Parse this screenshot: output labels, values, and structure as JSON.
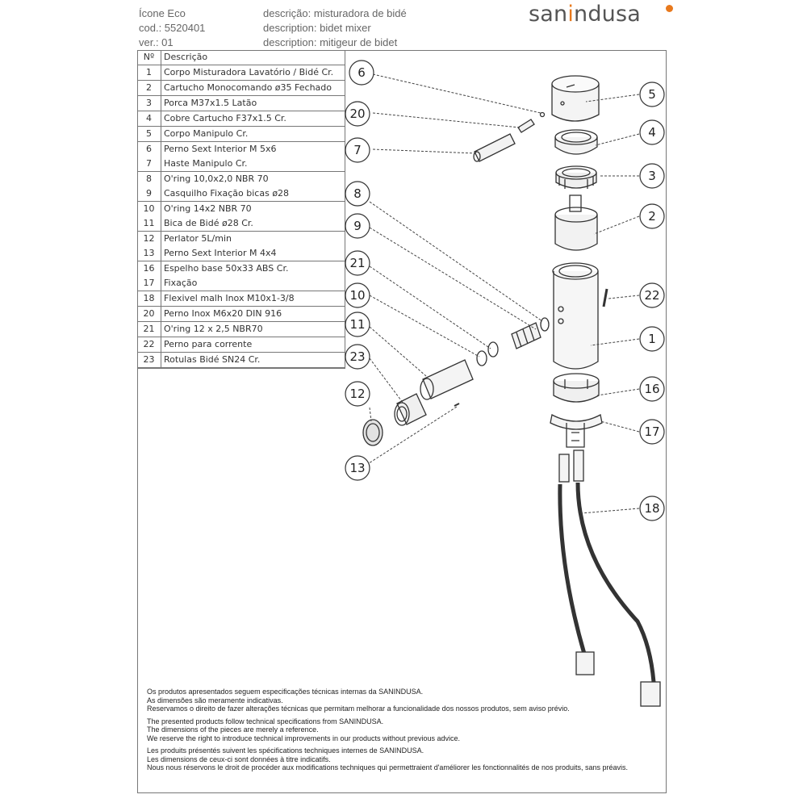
{
  "header": {
    "left": [
      "Ícone Eco",
      "cod.: 5520401",
      "ver.: 01"
    ],
    "mid": [
      "descrição: misturadora de bidé",
      "description:  bidet mixer",
      "description: mitigeur de bidet"
    ],
    "logo_a": "san",
    "logo_b": "i",
    "logo_c": "ndusa"
  },
  "table": {
    "col_no": "Nº",
    "col_desc": "Descrição",
    "rows": [
      {
        "no": "1",
        "desc": "Corpo Misturadora Lavatório / Bidé Cr."
      },
      {
        "no": "2",
        "desc": "Cartucho Monocomando ø35 Fechado"
      },
      {
        "no": "3",
        "desc": "Porca M37x1.5 Latão"
      },
      {
        "no": "4",
        "desc": "Cobre Cartucho F37x1.5 Cr."
      },
      {
        "no": "5",
        "desc": "Corpo Manipulo Cr."
      },
      {
        "no": "6",
        "desc": "Perno Sext Interior M 5x6"
      },
      {
        "no": "7",
        "desc": "Haste Manipulo Cr."
      },
      {
        "no": "8",
        "desc": "O'ring 10,0x2,0 NBR 70"
      },
      {
        "no": "9",
        "desc": "Casquilho Fixação bicas ø28"
      },
      {
        "no": "10",
        "desc": "O'ring 14x2 NBR 70"
      },
      {
        "no": "11",
        "desc": "Bica de Bidé ø28 Cr."
      },
      {
        "no": "12",
        "desc": "Perlator 5L/min"
      },
      {
        "no": "13",
        "desc": "Perno Sext Interior M 4x4"
      },
      {
        "no": "16",
        "desc": "Espelho base 50x33 ABS Cr."
      },
      {
        "no": "17",
        "desc": "Fixação"
      },
      {
        "no": "18",
        "desc": "Flexivel malh Inox M10x1-3/8"
      },
      {
        "no": "20",
        "desc": "Perno Inox M6x20 DIN 916"
      },
      {
        "no": "21",
        "desc": "O'ring 12 x 2,5 NBR70"
      },
      {
        "no": "22",
        "desc": "Perno para corrente"
      },
      {
        "no": "23",
        "desc": "Rotulas Bidé SN24 Cr."
      }
    ]
  },
  "callouts": [
    "1",
    "2",
    "3",
    "4",
    "5",
    "6",
    "7",
    "8",
    "9",
    "10",
    "11",
    "12",
    "13",
    "16",
    "17",
    "18",
    "20",
    "21",
    "22",
    "23"
  ],
  "notes": {
    "pt": [
      "Os produtos apresentados seguem especificações técnicas internas da SANINDUSA.",
      "As dimensões são meramente indicativas.",
      "Reservamos o direito de fazer alterações técnicas que permitam melhorar a funcionalidade dos nossos produtos, sem aviso prévio."
    ],
    "en": [
      "The presented products follow technical specifications from SANINDUSA.",
      "The dimensions of the pieces are merely a reference.",
      "We reserve the right to introduce technical improvements in our products without previous advice."
    ],
    "fr": [
      "Les produits présentés suivent les spécifications techniques internes de SANINDUSA.",
      "Les dimensions de ceux-ci sont données à titre indicatifs.",
      "Nous nous réservons le droit de procéder aux modifications techniques qui permettraient d'améliorer les fonctionnalités de nos produits, sans préavis."
    ]
  },
  "colors": {
    "brand_grey": "#555555",
    "brand_orange": "#e8791d",
    "line": "#333333"
  }
}
